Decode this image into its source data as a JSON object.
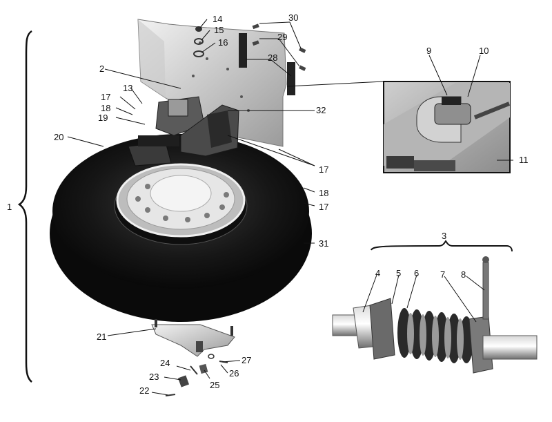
{
  "labels": {
    "l1": "1",
    "l2": "2",
    "l3": "3",
    "l4": "4",
    "l5": "5",
    "l6": "6",
    "l7": "7",
    "l8": "8",
    "l9": "9",
    "l10": "10",
    "l11": "11",
    "l13": "13",
    "l14": "14",
    "l15": "15",
    "l16": "16",
    "l17a": "17",
    "l17b": "17",
    "l17c": "17",
    "l18a": "18",
    "l18b": "18",
    "l19": "19",
    "l20": "20",
    "l21": "21",
    "l22": "22",
    "l23": "23",
    "l24": "24",
    "l25": "25",
    "l26": "26",
    "l27": "27",
    "l28": "28",
    "l29": "29",
    "l30": "30",
    "l31": "31",
    "l32": "32"
  }
}
